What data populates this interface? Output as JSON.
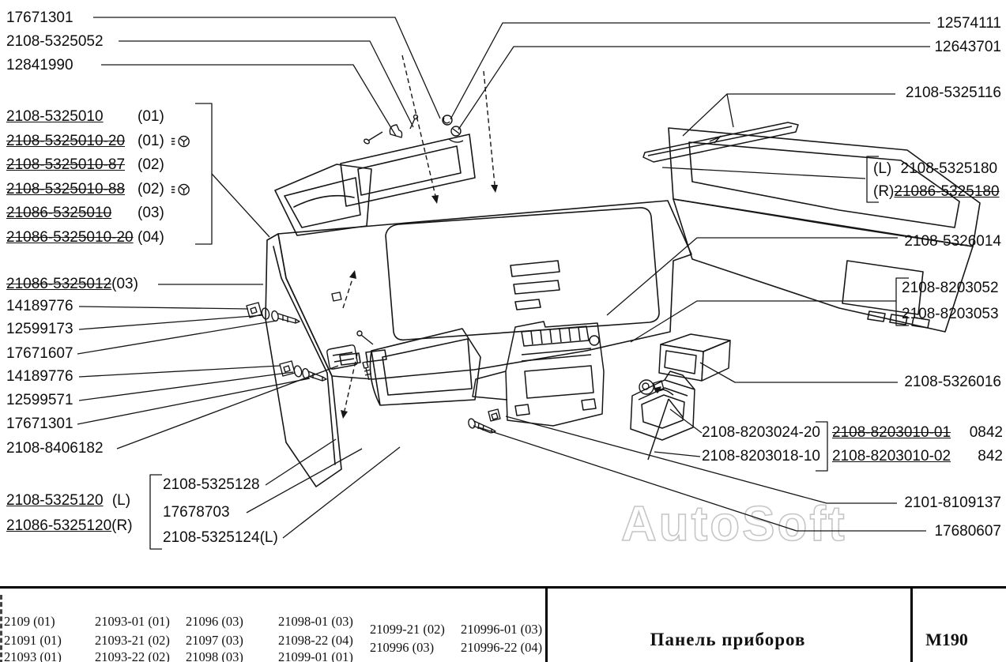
{
  "watermark": "AutoSoft",
  "top_left_labels": [
    "17671301",
    "2108-5325052",
    "12841990"
  ],
  "variant_list": {
    "items": [
      {
        "number": "2108-5325010",
        "code": "(01)"
      },
      {
        "number": "2108-5325010-20",
        "code": "(01)"
      },
      {
        "number": "2108-5325010-87",
        "code": "(02)"
      },
      {
        "number": "2108-5325010-88",
        "code": "(02)"
      },
      {
        "number": "21086-5325010",
        "code": "(03)"
      },
      {
        "number": "21086-5325010-20",
        "code": "(04)"
      }
    ]
  },
  "left_labels": {
    "panel": {
      "number": "21086-5325012",
      "code": "(03)"
    },
    "items": [
      "14189776",
      "12599173",
      "17671607",
      "14189776",
      "12599571",
      "17671301"
    ],
    "vent": "2108-8406182"
  },
  "bottom_left": {
    "left_part": {
      "number": "2108-5325120",
      "code": "(L)"
    },
    "right_part": {
      "number": "21086-5325120",
      "code": "(R)"
    },
    "group": [
      "2108-5325128",
      "17678703",
      "2108-5325124(L)"
    ]
  },
  "right_labels": {
    "grommet1": "12574111",
    "grommet2": "12643701",
    "strip": "2108-5325116",
    "side_pair": [
      {
        "side": "(L)",
        "number": "2108-5325180"
      },
      {
        "side": "(R)",
        "number": "21086-5325180"
      }
    ],
    "panel": "2108-5326014",
    "pair": [
      "2108-8203052",
      "2108-8203053"
    ],
    "box": "2108-5326016",
    "ashtray_parts": [
      "2108-8203024-20",
      "2108-8203018-10"
    ],
    "ashtray_variants": [
      {
        "number": "2108-8203010-01",
        "code": "0842"
      },
      {
        "number": "2108-8203010-02",
        "code": "842"
      }
    ],
    "column": "2101-8109137",
    "screw": "17680607"
  },
  "footer": {
    "columns": [
      [
        "2109 (01)",
        "21091 (01)",
        "21093 (01)"
      ],
      [
        "21093-01 (01)",
        "21093-21 (02)",
        "21093-22 (02)"
      ],
      [
        "21096 (03)",
        "21097 (03)",
        "21098 (03)"
      ],
      [
        "21098-01 (03)",
        "21098-22 (04)",
        "21099-01 (01)"
      ],
      [
        "21099-21 (02)",
        "210996 (03)"
      ],
      [
        "210996-01 (03)",
        "210996-22 (04)"
      ]
    ],
    "title": "Панель приборов",
    "page_code": "М190"
  }
}
